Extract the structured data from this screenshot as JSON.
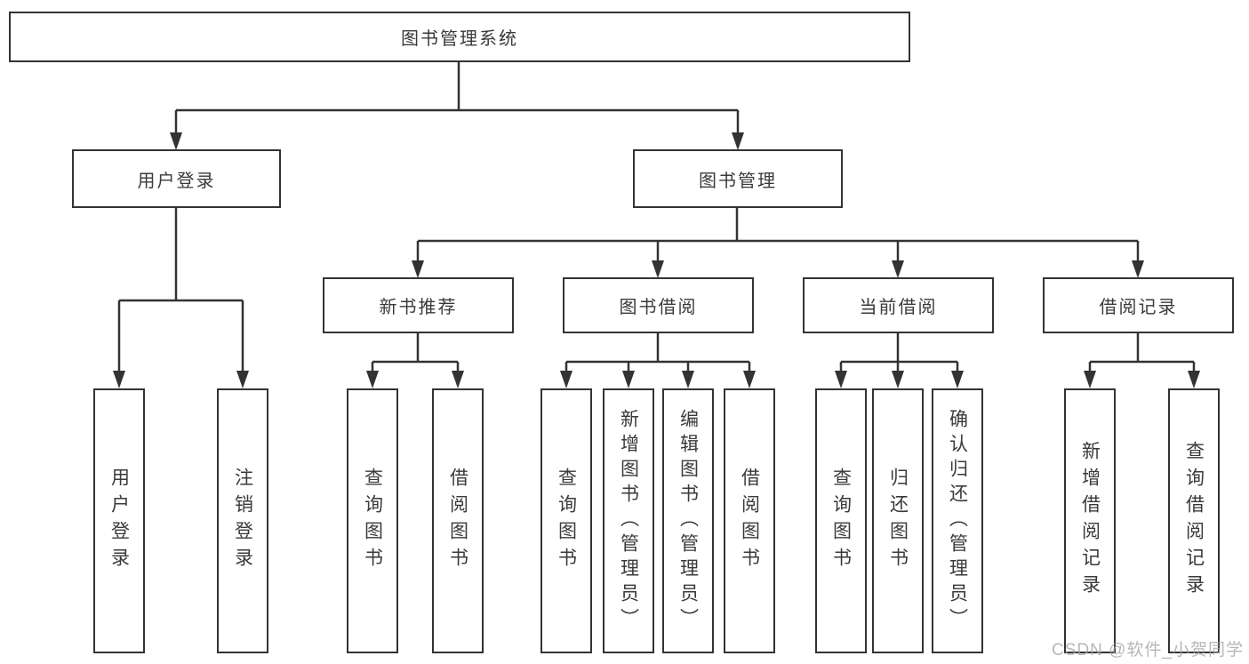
{
  "diagram": {
    "type": "hierarchy-tree",
    "colors": {
      "line": "#333333",
      "text": "#3a3a3a",
      "background": "#ffffff",
      "watermark": "#a5a5a5"
    },
    "nodes": {
      "root": {
        "label": "图书管理系统"
      },
      "level2": [
        {
          "label": "用户登录"
        },
        {
          "label": "图书管理"
        }
      ],
      "level3": [
        {
          "label": "新书推荐"
        },
        {
          "label": "图书借阅"
        },
        {
          "label": "当前借阅"
        },
        {
          "label": "借阅记录"
        }
      ],
      "groups": [
        {
          "parent": "用户登录",
          "children": [
            "用户登录",
            "注销登录"
          ]
        },
        {
          "parent": "新书推荐",
          "children": [
            "查询图书",
            "借阅图书"
          ]
        },
        {
          "parent": "图书借阅",
          "children": [
            "查询图书",
            "新增图书（管理员）",
            "编辑图书（管理员）",
            "借阅图书"
          ]
        },
        {
          "parent": "当前借阅",
          "children": [
            "查询图书",
            "归还图书",
            "确认归还（管理员）"
          ]
        },
        {
          "parent": "借阅记录",
          "children": [
            "新增借阅记录",
            "查询借阅记录"
          ]
        }
      ]
    }
  },
  "watermark": "CSDN @软件_小贺同学"
}
